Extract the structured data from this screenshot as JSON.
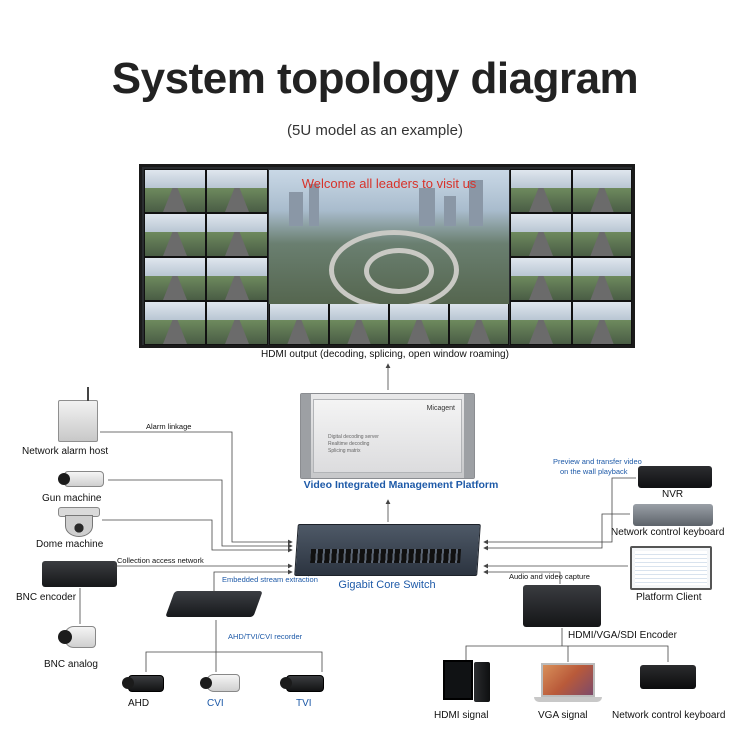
{
  "header": {
    "title": "System topology diagram",
    "subtitle": "(5U model as an example)"
  },
  "video_wall": {
    "banner": "Welcome all leaders to visit us",
    "output_label": "HDMI output (decoding, splicing, open window roaming)"
  },
  "platform": {
    "label": "Video Integrated Management Platform",
    "brand": "Micagent",
    "face_text_1": "Digital decoding server",
    "face_text_2": "Realtime decoding",
    "face_text_3": "Splicing matrix"
  },
  "switch": {
    "label": "Gigabit Core Switch"
  },
  "left_devices": {
    "alarm_host": "Network alarm host",
    "gun_machine": "Gun machine",
    "dome_machine": "Dome machine",
    "bnc_encoder": "BNC encoder",
    "bnc_analog": "BNC analog"
  },
  "link_labels": {
    "alarm_linkage": "Alarm linkage",
    "collection_access": "Collection access network",
    "embedded_extraction": "Embedded stream extraction",
    "recorder": "AHD/TVI/CVI recorder",
    "preview_line1": "Preview and transfer video",
    "preview_line2": "on the wall playback",
    "audio_video_capture": "Audio and video capture"
  },
  "bottom_cameras": {
    "ahd": "AHD",
    "cvi": "CVI",
    "tvi": "TVI"
  },
  "right_devices": {
    "nvr": "NVR",
    "network_keyboard": "Network control keyboard",
    "platform_client": "Platform Client",
    "encoder": "HDMI/VGA/SDI Encoder"
  },
  "bottom_sources": {
    "hdmi_signal": "HDMI signal",
    "vga_signal": "VGA signal",
    "network_keyboard": "Network control keyboard"
  },
  "colors": {
    "accent_blue": "#1e5aa8",
    "banner_red": "#d8322a",
    "line": "#444444"
  }
}
